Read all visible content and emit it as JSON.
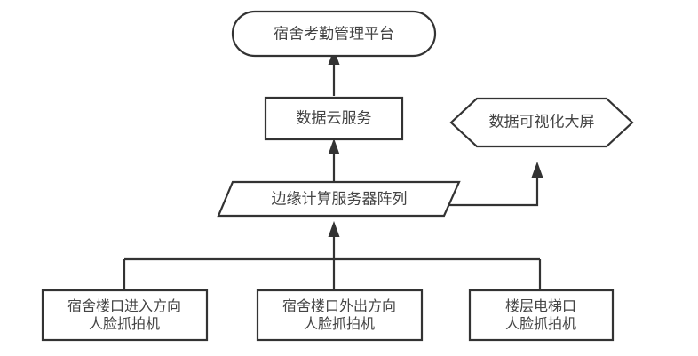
{
  "diagram": {
    "title_text": "宿舍考勤管理平台",
    "colors": {
      "stroke": "#333333",
      "fill": "#ffffff",
      "text": "#444444",
      "background": "#ffffff"
    },
    "nodes": {
      "platform": {
        "label": "宿舍考勤管理平台",
        "shape": "rounded-rectangle"
      },
      "cloud_service": {
        "label": "数据云服务",
        "shape": "rectangle"
      },
      "visualization": {
        "label": "数据可视化大屏",
        "shape": "hexagon"
      },
      "edge_servers": {
        "label": "边缘计算服务器阵列",
        "shape": "parallelogram"
      },
      "camera_entry": {
        "label_line1": "宿舍楼口进入方向",
        "label_line2": "人脸抓拍机",
        "shape": "rectangle"
      },
      "camera_exit": {
        "label_line1": "宿舍楼口外出方向",
        "label_line2": "人脸抓拍机",
        "shape": "rectangle"
      },
      "camera_elevator": {
        "label_line1": "楼层电梯口",
        "label_line2": "人脸抓拍机",
        "shape": "rectangle"
      }
    },
    "edges": [
      {
        "from": "cloud_service",
        "to": "platform",
        "arrow": true
      },
      {
        "from": "edge_servers",
        "to": "cloud_service",
        "arrow": true
      },
      {
        "from": "edge_servers",
        "to": "visualization",
        "arrow": true
      },
      {
        "from": "camera_bus",
        "to": "edge_servers",
        "arrow": true
      },
      {
        "from": "camera_entry",
        "to": "camera_bus",
        "arrow": false
      },
      {
        "from": "camera_exit",
        "to": "camera_bus",
        "arrow": false
      },
      {
        "from": "camera_elevator",
        "to": "camera_bus",
        "arrow": false
      }
    ]
  }
}
